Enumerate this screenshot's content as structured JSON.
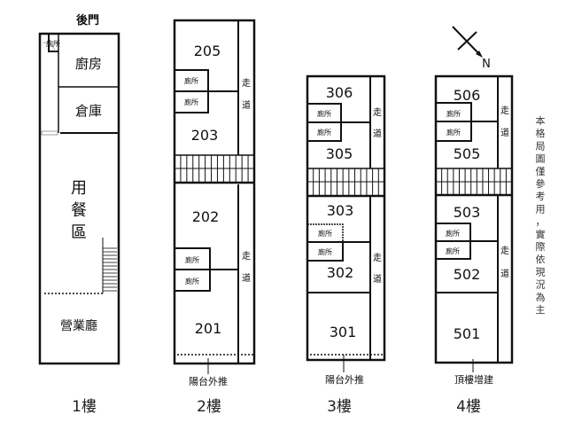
{
  "title": "Floor plan",
  "compass": {
    "label": "N",
    "icon": "north-arrow-icon"
  },
  "disclaimer": "本格局圖僅參考用，實際依現況為主",
  "floors": [
    {
      "label": "1樓",
      "top_label": "後門",
      "rooms": {
        "toilet": "廁所",
        "kitchen": "廚房",
        "storage": "倉庫",
        "dining": [
          "用",
          "餐",
          "區"
        ],
        "lobby": "營業廳"
      }
    },
    {
      "label": "2樓",
      "rooms": [
        "205",
        "203",
        "202",
        "201"
      ],
      "toilets": [
        "廁所",
        "廁所",
        "廁所",
        "廁所"
      ],
      "corridor": [
        "走",
        "道"
      ],
      "corridor2": [
        "走",
        "道"
      ],
      "note": "陽台外推"
    },
    {
      "label": "3樓",
      "rooms": [
        "306",
        "305",
        "303",
        "302",
        "301"
      ],
      "toilets": [
        "廁所",
        "廁所",
        "廁所",
        "廁所"
      ],
      "corridor": [
        "走",
        "道"
      ],
      "corridor2": [
        "走",
        "道"
      ],
      "note": "陽台外推"
    },
    {
      "label": "4樓",
      "rooms": [
        "506",
        "505",
        "503",
        "502",
        "501"
      ],
      "toilets": [
        "廁所",
        "廁所",
        "廁所",
        "廁所"
      ],
      "corridor": [
        "走",
        "道"
      ],
      "corridor2": [
        "走",
        "道"
      ],
      "note": "頂樓增建"
    }
  ]
}
